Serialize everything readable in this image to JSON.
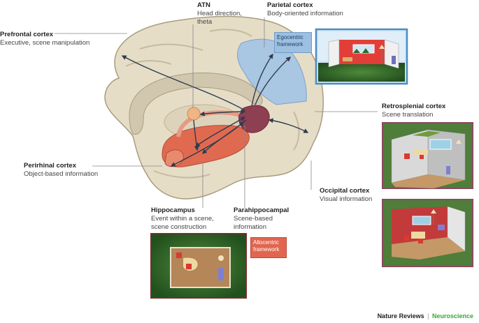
{
  "labels": {
    "atn": {
      "title": "ATN",
      "desc": "Head direction, theta"
    },
    "parietal": {
      "title": "Parietal cortex",
      "desc": "Body-oriented information"
    },
    "prefrontal": {
      "title": "Prefrontal cortex",
      "desc": "Executive, scene manipulation"
    },
    "retrosplenial": {
      "title": "Retrosplenial cortex",
      "desc": "Scene translation"
    },
    "perirhinal": {
      "title": "Perirhinal cortex",
      "desc": "Object-based information"
    },
    "occipital": {
      "title": "Occipital cortex",
      "desc": "Visual information"
    },
    "hippocampus": {
      "title": "Hippocampus",
      "desc": "Event within a scene, scene construction"
    },
    "parahippocampal": {
      "title": "Parahippocampal",
      "desc": "Scene-based information"
    }
  },
  "frameworks": {
    "egocentric": "Egocentric framework",
    "allocentric": "Allocentric framework"
  },
  "credit": {
    "journal": "Nature Reviews",
    "separator": "|",
    "subject": "Neuroscience"
  },
  "colors": {
    "egocentric": "#9dbfe0",
    "allocentric": "#e0664f",
    "retrosplenial": "#8a3c4e",
    "brain": "#e5dcc6"
  }
}
